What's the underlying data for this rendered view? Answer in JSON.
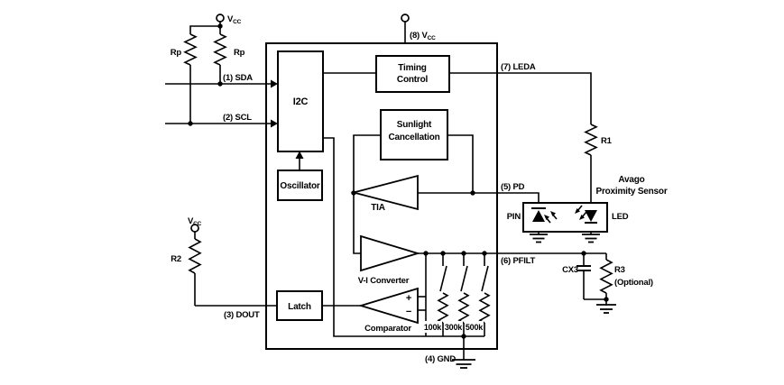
{
  "meta": {
    "background_color": "#ffffff",
    "line_color": "#000000",
    "text_color": "#000000",
    "diagram_type": "proximity-sensor-application-circuit"
  },
  "blocks": {
    "i2c": "I2C",
    "oscillator": "Oscillator",
    "timing_control_line1": "Timing",
    "timing_control_line2": "Control",
    "sunlight_line1": "Sunlight",
    "sunlight_line2": "Cancellation",
    "tia": "TIA",
    "vi_converter": "V-I Converter",
    "comparator": "Comparator",
    "comparator_plus": "+",
    "comparator_minus": "−",
    "latch": "Latch"
  },
  "pins": {
    "sda": "(1) SDA",
    "scl": "(2) SCL",
    "dout": "(3) DOUT",
    "gnd": "(4) GND",
    "pd": "(5) PD",
    "pfilt": "(6) PFILT",
    "leda": "(7) LEDA",
    "vcc8_prefix": "(8) V",
    "vcc": "V",
    "vcc_sub": "CC"
  },
  "components": {
    "rp_left": "Rp",
    "rp_right": "Rp",
    "r1": "R1",
    "r2": "R2",
    "r3": "R3",
    "r3_note": "(Optional)",
    "cx3": "CX3",
    "feedback_resistors": [
      "100k",
      "300k",
      "500k"
    ]
  },
  "sensor": {
    "name_line1": "Avago",
    "name_line2": "Proximity Sensor",
    "pin_label": "PIN",
    "led_label": "LED"
  }
}
